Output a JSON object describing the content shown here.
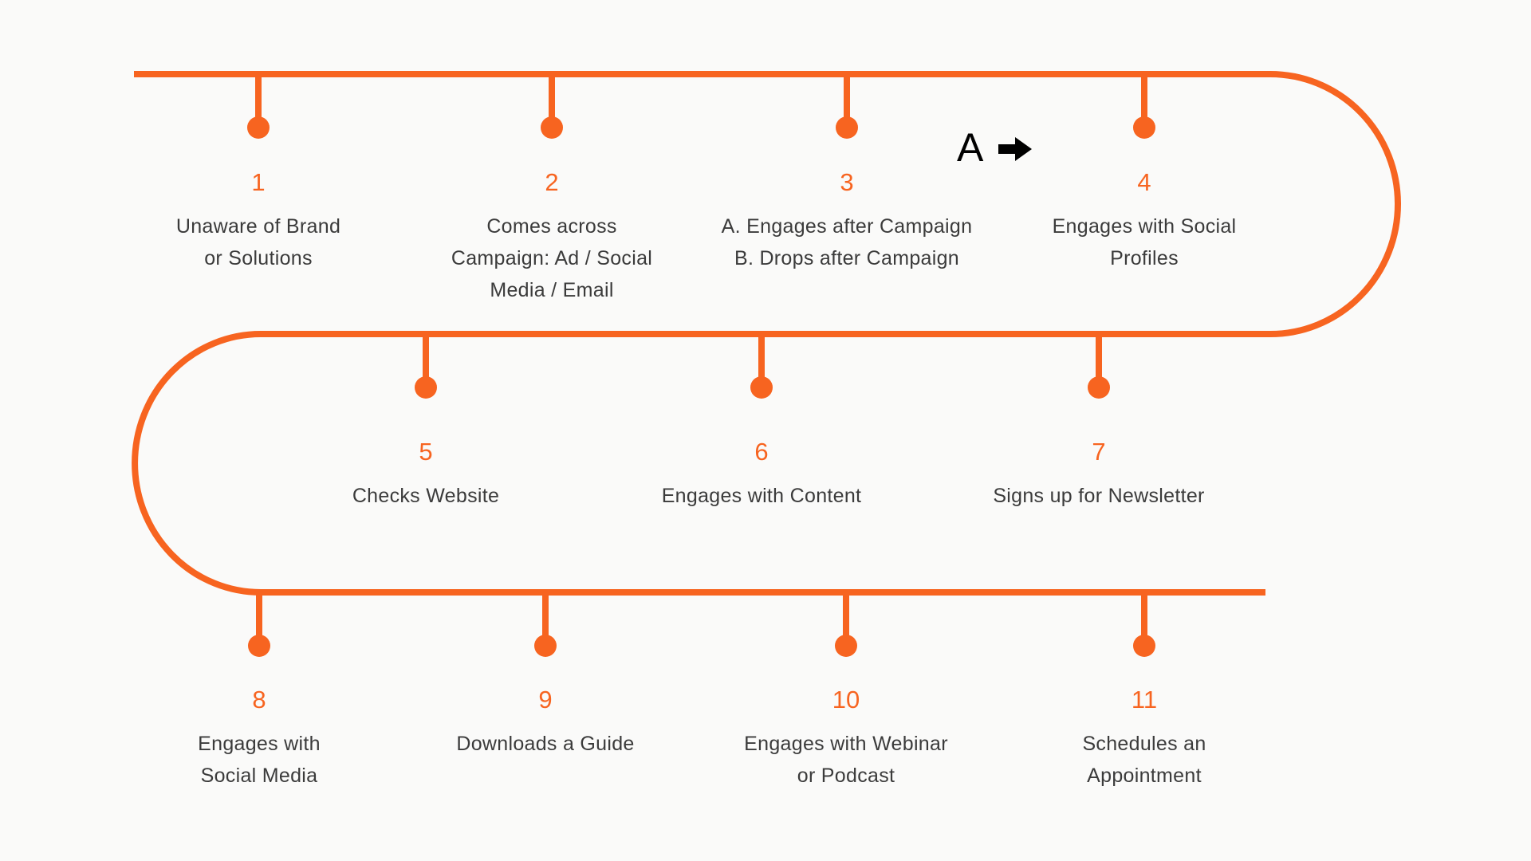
{
  "colors": {
    "accent_orange": "#F76420",
    "label_text": "#3B3B3B",
    "annotation_text": "#000000",
    "background": "#FAFAF9"
  },
  "annotation": {
    "label": "A",
    "icon": "right-arrow"
  },
  "steps": [
    {
      "num": "1",
      "lines": [
        "Unaware of Brand",
        "or Solutions"
      ]
    },
    {
      "num": "2",
      "lines": [
        "Comes across",
        "Campaign: Ad / Social",
        "Media / Email"
      ]
    },
    {
      "num": "3",
      "lines": [
        "A. Engages after Campaign",
        "B. Drops after Campaign"
      ]
    },
    {
      "num": "4",
      "lines": [
        "Engages with Social",
        "Profiles"
      ]
    },
    {
      "num": "5",
      "lines": [
        "Checks Website"
      ]
    },
    {
      "num": "6",
      "lines": [
        "Engages with Content"
      ]
    },
    {
      "num": "7",
      "lines": [
        "Signs up for Newsletter"
      ]
    },
    {
      "num": "8",
      "lines": [
        "Engages with",
        "Social Media"
      ]
    },
    {
      "num": "9",
      "lines": [
        "Downloads a Guide"
      ]
    },
    {
      "num": "10",
      "lines": [
        "Engages with Webinar",
        "or Podcast"
      ]
    },
    {
      "num": "11",
      "lines": [
        "Schedules an",
        "Appointment"
      ]
    }
  ]
}
